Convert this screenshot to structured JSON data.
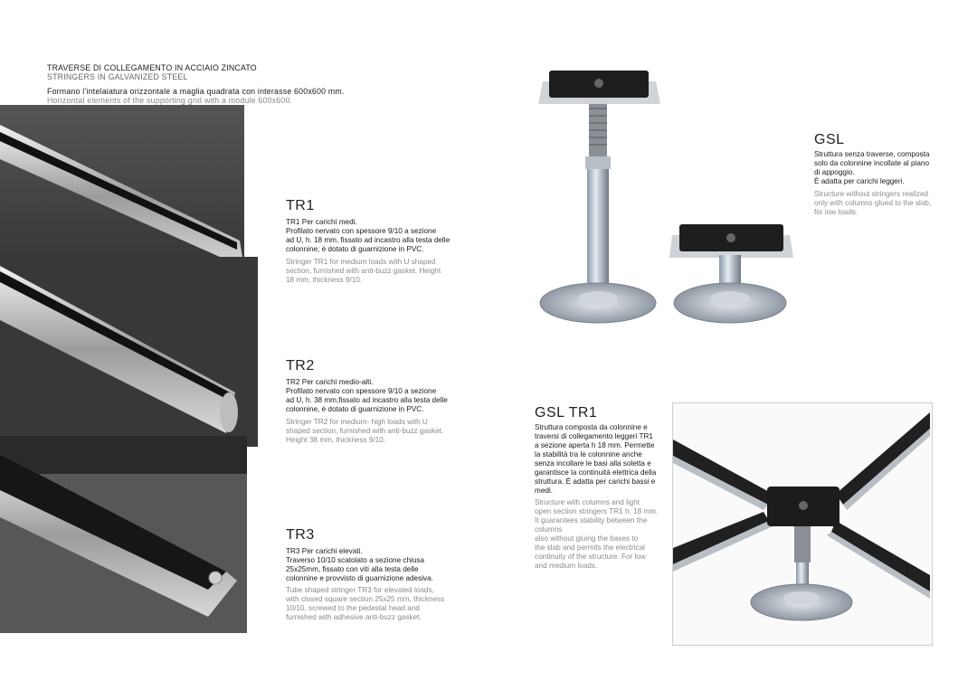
{
  "header": {
    "title_it": "TRAVERSE DI COLLEGAMENTO IN ACCIAIO ZINCATO",
    "title_en": "STRINGERS IN GALVANIZED STEEL",
    "desc_it": "Formano l’intelaiatura orizzontale a maglia quadrata con interasse 600x600 mm.",
    "desc_en": "Horizontal elements of the supporting grid with a module 600x600."
  },
  "products": {
    "tr1": {
      "title": "TR1",
      "text_it": "TR1 Per carichi medi.\nProfilato nervato con spessore 9/10 a sezione\nad U, h. 18 mm, fissato ad incastro alla testa delle\ncolonnine; è dotato di guarnizione in PVC.",
      "text_en": "Stringer TR1 for medium loads with U shaped\nsection, furnished with anti-buzz gasket. Height\n18 mm, thickness 9/10."
    },
    "tr2": {
      "title": "TR2",
      "text_it": "TR2 Per carichi medio-alti.\nProfilato nervato con spessore 9/10  a sezione\nad U, h. 38 mm,fissato ad incastro alla testa delle\ncolonnine, è dotato di guarnizione in PVC.",
      "text_en": "Stringer TR2 for medium- high loads with U\nshaped section, furnished with anti-buzz gasket.\nHeight 38 mm, thickness 9/10."
    },
    "tr3": {
      "title": "TR3",
      "text_it": "TR3 Per carichi elevati.\nTraverso 10/10 scatolato a sezione chiusa\n25x25mm, fissato con viti alla testa delle\ncolonnine e provvisto di guarnizione adesiva.",
      "text_en": "Tube shaped stringer TR3 for elevated loads,\nwith closed square section 25x25 mm, thickness\n10/10, screwed to the pedestal head and\nfurnished with adhesive anti-buzz gasket."
    },
    "gsl": {
      "title": "GSL",
      "text_it": "Struttura senza traverse, composta\nsolo da colonnine incollate al piano\ndi appoggio.\nÈ adatta per carichi leggeri.",
      "text_en": "Structure without stringers realized\nonly with columns glued to the slab,\nfor low loads."
    },
    "gsl_tr1": {
      "title": "GSL TR1",
      "text_it": "Struttura composta da colonnine e\ntraversi di collegamento leggeri TR1\na sezione aperta h 18 mm. Permette\nla stabilità tra le colonnine anche\nsenza incollare le basi alla soletta e\ngarantisce la continuità elettrica della\nstruttura. È adatta per carichi bassi e\nmedi.",
      "text_en": "Structure with columns and light\nopen section stringers TR1 h. 18 mm.\nIt guarantees stability between the\ncolumns\nalso without gluing the bases to\nthe slab and permits the electrical\ncontinuity of the structure. For low\nand medium loads."
    }
  },
  "colors": {
    "panel_dark": "#2b2b2b",
    "panel_mid": "#555555",
    "text_grey": "#8a8a8a"
  }
}
